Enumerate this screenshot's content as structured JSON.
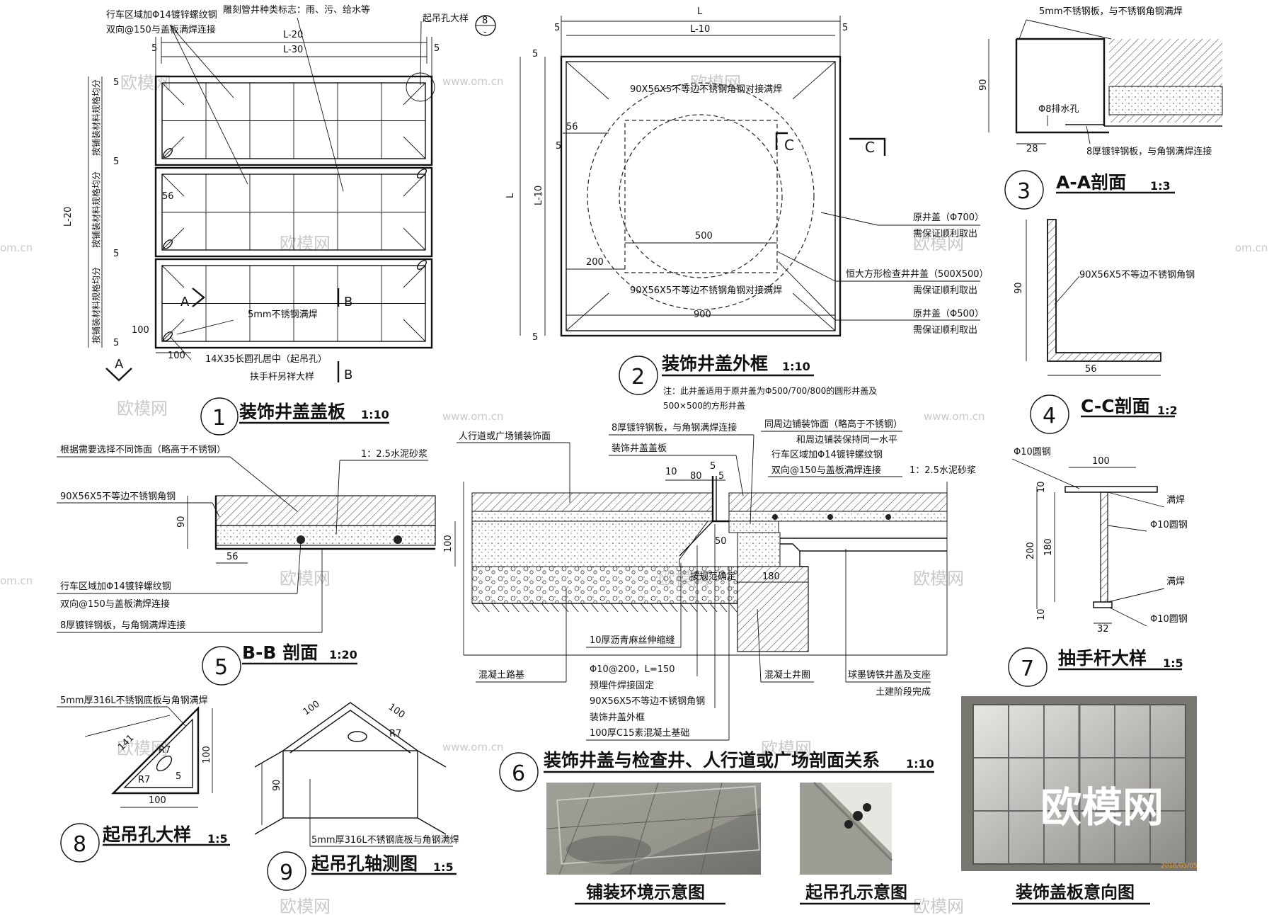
{
  "drawings": {
    "d1": {
      "number": "1",
      "title": "装饰井盖盖板",
      "scale": "1:10",
      "dims": {
        "L": "L",
        "L10": "L-10",
        "L20": "L-20",
        "L30": "L-30",
        "d5": "5",
        "d56": "56",
        "d100": "100",
        "dA": "A",
        "dB": "B"
      },
      "notes": {
        "rebar": "行车区域加Φ14镀锌螺纹钢",
        "rebar2": "双向@150与盖板满焊连接",
        "sign": "雕刻管井种类标志：雨、污、给水等",
        "hole": "起吊孔大样",
        "weld": "5mm不锈钢满焊",
        "slot": "14X35长圆孔居中（起吊孔）",
        "handle": "扶手杆另祥大样",
        "side": "按铺装材料规格均分"
      },
      "ref": {
        "top": "8",
        "bottom": "-"
      }
    },
    "d2": {
      "number": "2",
      "title": "装饰井盖外框",
      "scale": "1:10",
      "dims": {
        "d5": "5",
        "d56": "56",
        "d500": "500",
        "d200": "200",
        "d900": "900",
        "C": "C"
      },
      "notes": {
        "angle_weld": "90X56X5不等边不锈钢角钢对接满焊",
        "cover700": "原井盖（Φ700）",
        "remove": "需保证顺利取出",
        "cover500sq": "恒大方形检查井井盖（500X500）",
        "cover500": "原井盖（Φ500）",
        "note1": "注：此井盖适用于原井盖为Φ500/700/800的圆形井盖及",
        "note2": "500×500的方形井盖"
      }
    },
    "d3": {
      "number": "3",
      "title": "A-A剖面",
      "scale": "1:3",
      "notes": {
        "plate5": "5mm不锈钢板，与不锈钢角钢满焊",
        "drain": "Φ8排水孔",
        "plate8": "8厚镀锌钢板，与角钢满焊连接"
      },
      "dims": {
        "d90": "90",
        "d28": "28"
      }
    },
    "d4": {
      "number": "4",
      "title": "C-C剖面",
      "scale": "1:2",
      "notes": {
        "angle": "90X56X5不等边不锈钢角钢"
      },
      "dims": {
        "d90": "90",
        "d56": "56"
      }
    },
    "d5": {
      "number": "5",
      "title": "B-B 剖面",
      "scale": "1:20",
      "notes": {
        "finish": "根据需要选择不同饰面（略高于不锈钢）",
        "mortar": "1：2.5水泥砂浆",
        "angle": "90X56X5不等边不锈钢角钢",
        "rebar": "行车区域加Φ14镀锌螺纹钢",
        "rebar2": "双向@150与盖板满焊连接",
        "plate8": "8厚镀锌钢板，与角钢满焊连接"
      },
      "dims": {
        "d90": "90",
        "d56": "56"
      }
    },
    "d6": {
      "number": "6",
      "title": "装饰井盖与检查井、人行道或广场剖面关系",
      "scale": "1:10",
      "notes": {
        "paving": "人行道或广场铺装饰面",
        "plate8": "8厚镀锌钢板，与角钢满焊连接",
        "cover": "装饰井盖盖板",
        "same": "同周边铺装饰面（略高于不锈钢）",
        "level": "和周边铺装保持同一水平",
        "rebar": "行车区域加Φ14镀锌螺纹钢",
        "rebar2": "双向@150与盖板满焊连接",
        "mortar": "1：2.5水泥砂浆",
        "joint": "10厚沥青麻丝伸缩缝",
        "base": "混凝土路基",
        "bar": "Φ10@200，L=150",
        "embed": "预埋件焊接固定",
        "angle": "90X56X5不等边不锈钢角钢",
        "frame": "装饰井盖外框",
        "c15": "100厚C15素混凝土基础",
        "ring": "混凝土井圈",
        "iron": "球墨铸铁井盖及支座",
        "civil": "土建阶段完成",
        "fix": "按规范确定"
      },
      "dims": {
        "d10": "10",
        "d80": "80",
        "d5a": "5",
        "d5b": "5",
        "d100": "100",
        "d50": "50",
        "d180": "180"
      }
    },
    "d7": {
      "number": "7",
      "title": "抽手杆大样",
      "scale": "1:5",
      "notes": {
        "bar10a": "Φ10圆钢",
        "weld": "满焊",
        "bar10b": "Φ10圆钢",
        "bar10c": "Φ10圆钢"
      },
      "dims": {
        "d100": "100",
        "d200": "200",
        "d180": "180",
        "d10a": "10",
        "d10b": "10",
        "d32": "32"
      }
    },
    "d8": {
      "number": "8",
      "title": "起吊孔大样",
      "scale": "1:5",
      "notes": {
        "plate": "5mm厚316L不锈钢底板与角钢满焊"
      },
      "dims": {
        "d141": "141",
        "d100a": "100",
        "d100b": "100",
        "R7": "R7",
        "d5": "5"
      }
    },
    "d9": {
      "number": "9",
      "title": "起吊孔轴测图",
      "scale": "1:5",
      "notes": {
        "plate": "5mm厚316L不锈钢底板与角钢满焊"
      },
      "dims": {
        "d100a": "100",
        "d100b": "100",
        "d90": "90",
        "R7": "R7"
      }
    }
  },
  "photos": [
    {
      "caption": "铺装环境示意图"
    },
    {
      "caption": "起吊孔示意图"
    },
    {
      "caption": "装饰盖板意向图",
      "stamp": "2018/05/05"
    }
  ],
  "watermark": {
    "text": "欧模网",
    "url": "www.om.cn",
    "short": "om.cn"
  }
}
